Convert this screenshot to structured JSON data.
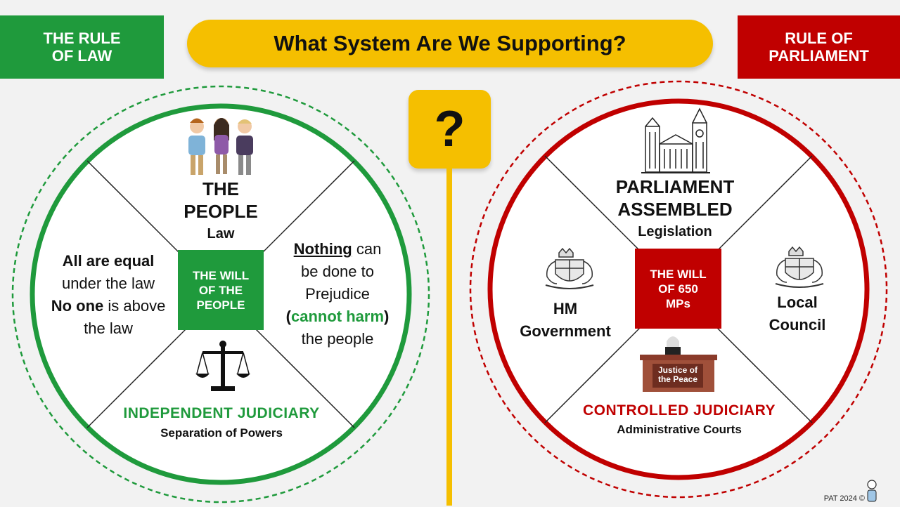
{
  "left_banner": {
    "line1": "THE RULE",
    "line2": "OF LAW",
    "color": "#1f9a3c"
  },
  "right_banner": {
    "line1": "RULE OF",
    "line2": "PARLIAMENT",
    "color": "#c00000"
  },
  "title": "What System Are We Supporting?",
  "question_mark": "?",
  "left_wheel": {
    "color": "#1f9a3c",
    "top_title1": "THE",
    "top_title2": "PEOPLE",
    "top_sub": "Law",
    "center": {
      "line1": "THE WILL",
      "line2": "OF THE",
      "line3": "PEOPLE"
    },
    "left": {
      "b1": "All are equal",
      "t1": "under the law",
      "b2": "No one",
      "t2": " is above",
      "t3": "the law"
    },
    "right": {
      "u1": "Nothing",
      "t1": " can",
      "t2": "be done to",
      "t3": "Prejudice",
      "p_open": "(",
      "g1": "cannot harm",
      "p_close": ")",
      "t4": "the people"
    },
    "bottom_title": "INDEPENDENT JUDICIARY",
    "bottom_sub": "Separation of Powers"
  },
  "right_wheel": {
    "color": "#c00000",
    "top_title1": "PARLIAMENT",
    "top_title2": "ASSEMBLED",
    "top_sub": "Legislation",
    "center": {
      "line1": "THE WILL",
      "line2": "OF 650",
      "line3": "MPs"
    },
    "left": {
      "l1": "HM",
      "l2": "Government"
    },
    "right": {
      "l1": "Local",
      "l2": "Council"
    },
    "bottom_title": "CONTROLLED JUDICIARY",
    "bottom_sub": "Administrative Courts",
    "bench_sign1": "Justice of",
    "bench_sign2": "the Peace"
  },
  "footer": "PAT 2024 ©"
}
